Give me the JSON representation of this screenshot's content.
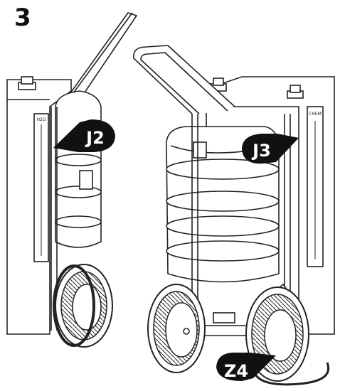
{
  "step": {
    "number": "3"
  },
  "panels": {
    "left": {
      "scale_label": "H2O"
    },
    "right": {
      "scale_label": "CHEM"
    }
  },
  "callouts": [
    {
      "id": "j2",
      "label": "J2",
      "target": "left-tank-connector"
    },
    {
      "id": "j3",
      "label": "J3",
      "target": "right-tank-connector"
    },
    {
      "id": "z4",
      "label": "Z4",
      "target": "hose-wheel-connection"
    }
  ],
  "colors": {
    "callout_fill": "#111111",
    "callout_text": "#ffffff",
    "line_art": "#222222",
    "background": "#ffffff"
  }
}
